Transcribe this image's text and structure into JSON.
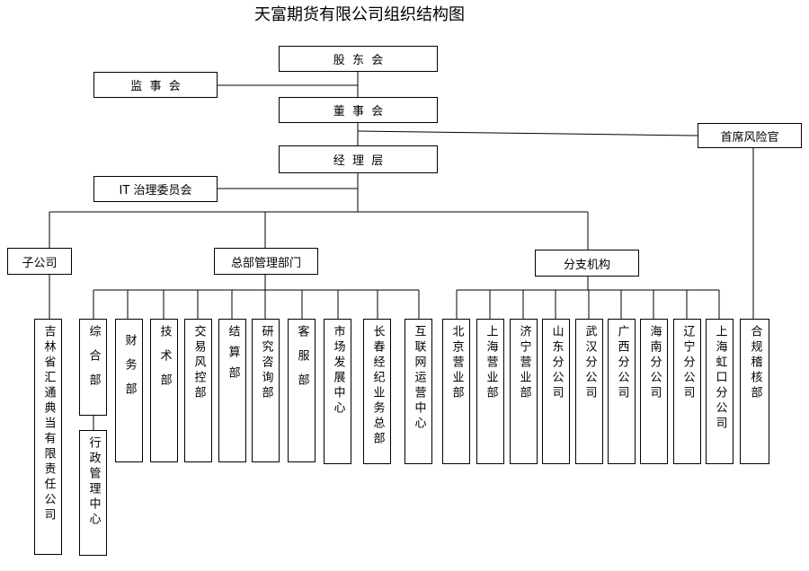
{
  "title": "天富期货有限公司组织结构图",
  "top": {
    "shareholders": "股  东  会",
    "supervisors": "监  事  会",
    "board": "董  事  会",
    "cro": "首席风险官",
    "management": "经  理  层",
    "it_committee": "IT 治理委员会"
  },
  "level2": {
    "subsidiary": "子公司",
    "hq": "总部管理部门",
    "branches": "分支机构"
  },
  "subsidiary_units": [
    "吉林省汇通典当有限责任公司"
  ],
  "hq_units": [
    "综合部",
    "财务部",
    "技术部",
    "交易风控部",
    "结算部",
    "研究咨询部",
    "客服部",
    "市场发展中心",
    "长春经纪业务总部",
    "互联网运营中心"
  ],
  "hq_sub_units": [
    "行政管理中心"
  ],
  "branch_units": [
    "北京营业部",
    "上海营业部",
    "济宁营业部",
    "山东分公司",
    "武汉分公司",
    "广西分公司",
    "海南分公司",
    "辽宁分公司",
    "上海虹口分公司"
  ],
  "cro_units": [
    "合规稽核部"
  ]
}
